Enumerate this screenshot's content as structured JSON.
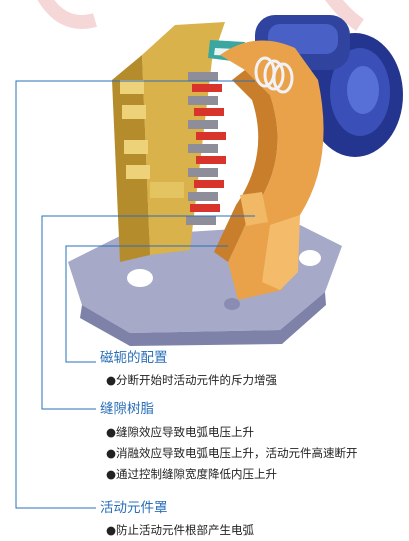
{
  "colors": {
    "accent": "#2a6fb8",
    "text": "#222222",
    "housing_orange": "#e8a24a",
    "contact_gold": "#d9b04a",
    "motor_blue": "#2c3f9c",
    "base_grey": "#a8abcb",
    "coil_red": "#d8342c"
  },
  "sections": [
    {
      "title": "磁轭的配置",
      "bullets": [
        "●分断开始时活动元件的斥力增强"
      ]
    },
    {
      "title": "缝隙树脂",
      "bullets": [
        "●缝隙效应导致电弧电压上升",
        "●消融效应导致电弧电压上升，活动元件高速断开",
        "●通过控制缝隙宽度降低内压上升"
      ]
    },
    {
      "title": "活动元件罩",
      "bullets": [
        "●防止活动元件根部产生电弧"
      ]
    }
  ]
}
